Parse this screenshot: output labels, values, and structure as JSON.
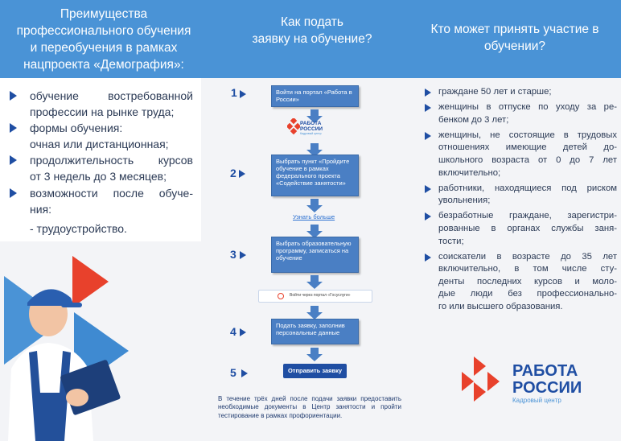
{
  "header": {
    "left_title": [
      "Преимущества",
      "профессионального обучения",
      "и переобучения в рамках",
      "нацпроекта «Демография»:"
    ],
    "middle_title": [
      "Как подать",
      "заявку на обучение?"
    ],
    "right_title": [
      "Кто может принять участие в",
      "обучении?"
    ]
  },
  "benefits": {
    "lines": [
      {
        "bullet": true,
        "text": "обучение востребованной",
        "justify": true
      },
      {
        "bullet": false,
        "text": "профессии на рынке труда;"
      },
      {
        "bullet": true,
        "text": "формы обучения:"
      },
      {
        "bullet": false,
        "text": "очная или дистанционная;"
      },
      {
        "bullet": true,
        "text": "продолжительность курсов",
        "justify": true
      },
      {
        "bullet": false,
        "text": "от 3 недель до 3 месяцев;"
      },
      {
        "bullet": true,
        "text": "возможности после обуче-",
        "justify": true
      },
      {
        "bullet": false,
        "text": "ния:"
      },
      {
        "bullet": false,
        "text": "- трудоустройство."
      }
    ]
  },
  "steps": {
    "step1_num": "1",
    "step1_text": "Войти на портал «Работа в России»",
    "logo_line1": "РАБОТА",
    "logo_line2": "РОССИИ",
    "logo_sub": "Кадровый центр",
    "step2_num": "2",
    "step2_text": "Выбрать пункт «Пройдите обучение в рамках федерального проекта «Содействие занятости»",
    "learn_more": "Узнать больше",
    "step3_num": "3",
    "step3_text": "Выбрать образовательную программу, записаться на обучение",
    "gosuslugi_text": "Войти через портал «Госуслуги»",
    "step4_num": "4",
    "step4_text": "Подать заявку, заполнив персональные данные",
    "step5_num": "5",
    "submit_label": "Отправить заявку",
    "footnote": "В течение трёх дней после подачи заявки предоставить необходимые документы в Центр занятости и пройти тестирование в рамках профориентации."
  },
  "participants": {
    "items": [
      [
        "граждане 50 лет и старше;"
      ],
      [
        "женщины в отпуске по уходу за ре-",
        "бенком до 3 лет;"
      ],
      [
        "женщины, не состоящие в трудовых",
        "отношениях имеющие детей до-",
        "школьного возраста от 0 до 7 лет",
        "включительно;"
      ],
      [
        "работники, находящиеся под риском",
        "увольнения;"
      ],
      [
        "безработные граждане, зарегистри-",
        "рованные в органах службы заня-",
        "тости;"
      ],
      [
        "соискатели в возрасте до 35 лет",
        "включительно, в том числе сту-",
        "денты последних курсов и моло-",
        "дые люди без профессионально-",
        "го или высшего образования."
      ]
    ]
  },
  "brand": {
    "line1": "РАБОТА",
    "line2": "РОССИИ",
    "sub": "Кадровый центр",
    "colors": {
      "red": "#e8412c",
      "blue": "#1f4ea3",
      "header": "#4a93d6"
    }
  }
}
